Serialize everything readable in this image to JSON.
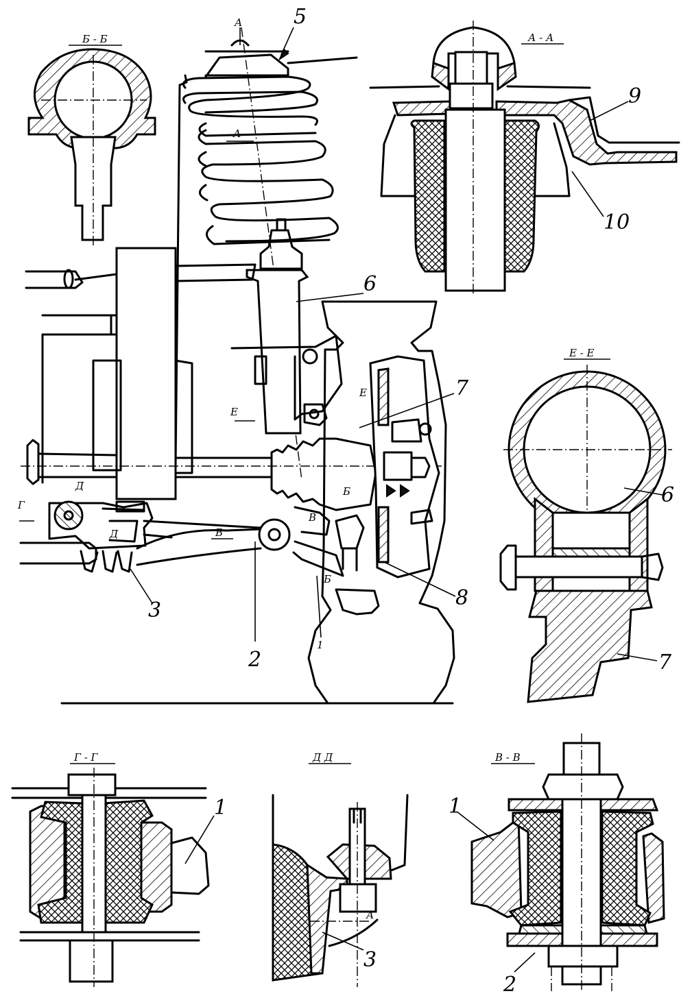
{
  "section_titles": {
    "b": "Б - Б",
    "a": "А - А",
    "e": "Е - Е",
    "g": "Г - Г",
    "d": "Д  Д",
    "v": "В - В"
  },
  "cut_marks": {
    "a": "А",
    "a_mid": "А",
    "e": "Е",
    "e_small": "Е",
    "g": "Г",
    "d": "Д",
    "d_small": "Д",
    "v": "В",
    "v_right": "В",
    "b": "Б",
    "b_low": "Б"
  },
  "callouts": {
    "n1_main": "1",
    "n2_main": "2",
    "n3_main": "3",
    "n5": "5",
    "n6_main": "6",
    "n7": "7",
    "n8": "8",
    "n9": "9",
    "n10": "10",
    "n6_section": "6",
    "n7_section": "7",
    "n1_g": "1",
    "n3_d": "3",
    "a_d": "А",
    "n1_v": "1",
    "n2_v": "2"
  },
  "icons": [
    "suspension-assembly-drawing",
    "ball-joint-section",
    "strut-mount-section",
    "pinch-bolt-section",
    "arm-bushing-section",
    "bracket-section",
    "arm-pivot-section"
  ]
}
